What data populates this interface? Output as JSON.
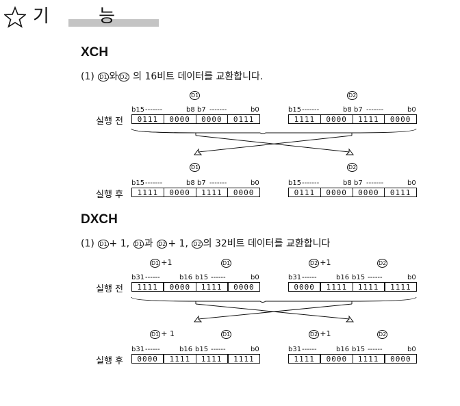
{
  "header": {
    "title": "기 능"
  },
  "xch": {
    "title": "XCH",
    "desc_prefix": "(1) ",
    "d1": "D1",
    "desc_mid": "와",
    "d2": "D2",
    "desc_suffix": " 의 16비트 데이터를 교환합니다.",
    "label_before": "실행 전",
    "label_after": "실행 후",
    "bits_high": "b15",
    "bits_mid_a": "b8",
    "bits_mid_b": "b7",
    "bits_low": "b0",
    "dashes": "-------",
    "before": {
      "d1": [
        "0111",
        "0000",
        "0000",
        "0111"
      ],
      "d2": [
        "1111",
        "0000",
        "1111",
        "0000"
      ]
    },
    "after": {
      "d1": [
        "1111",
        "0000",
        "1111",
        "0000"
      ],
      "d2": [
        "0111",
        "0000",
        "0000",
        "0111"
      ]
    }
  },
  "dxch": {
    "title": "DXCH",
    "desc_prefix": "(1) ",
    "d1": "D1",
    "plus_one": "+ 1, ",
    "desc_mid1": "과 ",
    "desc_mid2": "의 32비트 데이터를 교환합니다",
    "d2": "D2",
    "label_before": "실행 전",
    "label_after": "실행 후",
    "plus1_short": "+1",
    "plus1_spaced": "+ 1",
    "bits_high": "b31",
    "bits_mid_a": "b16",
    "bits_mid_b": "b15",
    "bits_low": "b0",
    "dashes": "------",
    "before": {
      "d1": [
        "1111",
        "0000",
        "1111",
        "0000"
      ],
      "d2": [
        "0000",
        "1111",
        "1111",
        "1111"
      ]
    },
    "after": {
      "d1": [
        "0000",
        "1111",
        "1111",
        "1111"
      ],
      "d2": [
        "1111",
        "0000",
        "1111",
        "0000"
      ]
    }
  }
}
